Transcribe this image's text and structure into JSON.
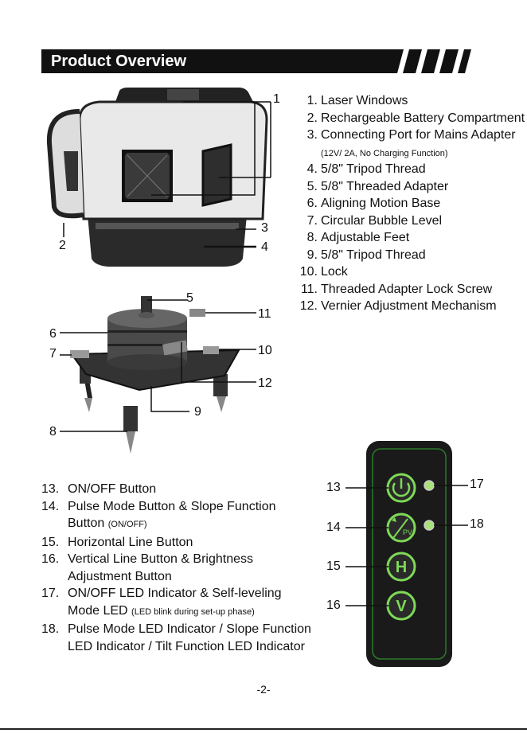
{
  "header": {
    "title": "Product Overview"
  },
  "parts_list": [
    {
      "n": "1.",
      "text": "Laser Windows"
    },
    {
      "n": "2.",
      "text": "Rechargeable Battery Compartment"
    },
    {
      "n": "3.",
      "text": "Connecting Port for Mains Adapter",
      "note": "(12V/ 2A, No Charging Function)"
    },
    {
      "n": "4.",
      "text": "5/8\" Tripod Thread"
    },
    {
      "n": "5.",
      "text": "5/8\" Threaded Adapter"
    },
    {
      "n": "6.",
      "text": "Aligning Motion Base"
    },
    {
      "n": "7.",
      "text": "Circular Bubble Level"
    },
    {
      "n": "8.",
      "text": "Adjustable Feet"
    },
    {
      "n": "9.",
      "text": "5/8\" Tripod Thread"
    },
    {
      "n": "10.",
      "text": "Lock"
    },
    {
      "n": "11.",
      "text": "Threaded Adapter Lock Screw"
    },
    {
      "n": "12.",
      "text": "Vernier Adjustment Mechanism"
    }
  ],
  "control_list": [
    {
      "n": "13.",
      "text": "ON/OFF Button"
    },
    {
      "n": "14.",
      "text": "Pulse Mode Button & Slope Function Button",
      "note": "(ON/OFF)"
    },
    {
      "n": "15.",
      "text": "Horizontal Line Button"
    },
    {
      "n": "16.",
      "text": "Vertical Line Button & Brightness Adjustment Button"
    },
    {
      "n": "17.",
      "text": "ON/OFF LED Indicator & Self-leveling Mode LED",
      "note": "(LED blink during set-up phase)"
    },
    {
      "n": "18.",
      "text": "Pulse Mode LED Indicator / Slope Function LED Indicator / Tilt Function LED Indicator"
    }
  ],
  "callouts": {
    "c1": "1",
    "c2": "2",
    "c3": "3",
    "c4": "4",
    "c5": "5",
    "c6": "6",
    "c7": "7",
    "c8": "8",
    "c9": "9",
    "c10": "10",
    "c11": "11",
    "c12": "12",
    "c13": "13",
    "c14": "14",
    "c15": "15",
    "c16": "16",
    "c17": "17",
    "c18": "18"
  },
  "keypad": {
    "h_label": "H",
    "v_label": "V",
    "pv_label": "PV"
  },
  "footer": {
    "page": "-2-"
  },
  "colors": {
    "banner": "#111111",
    "keypad_green": "#7ed957",
    "keypad_body": "#1a1a1a"
  }
}
